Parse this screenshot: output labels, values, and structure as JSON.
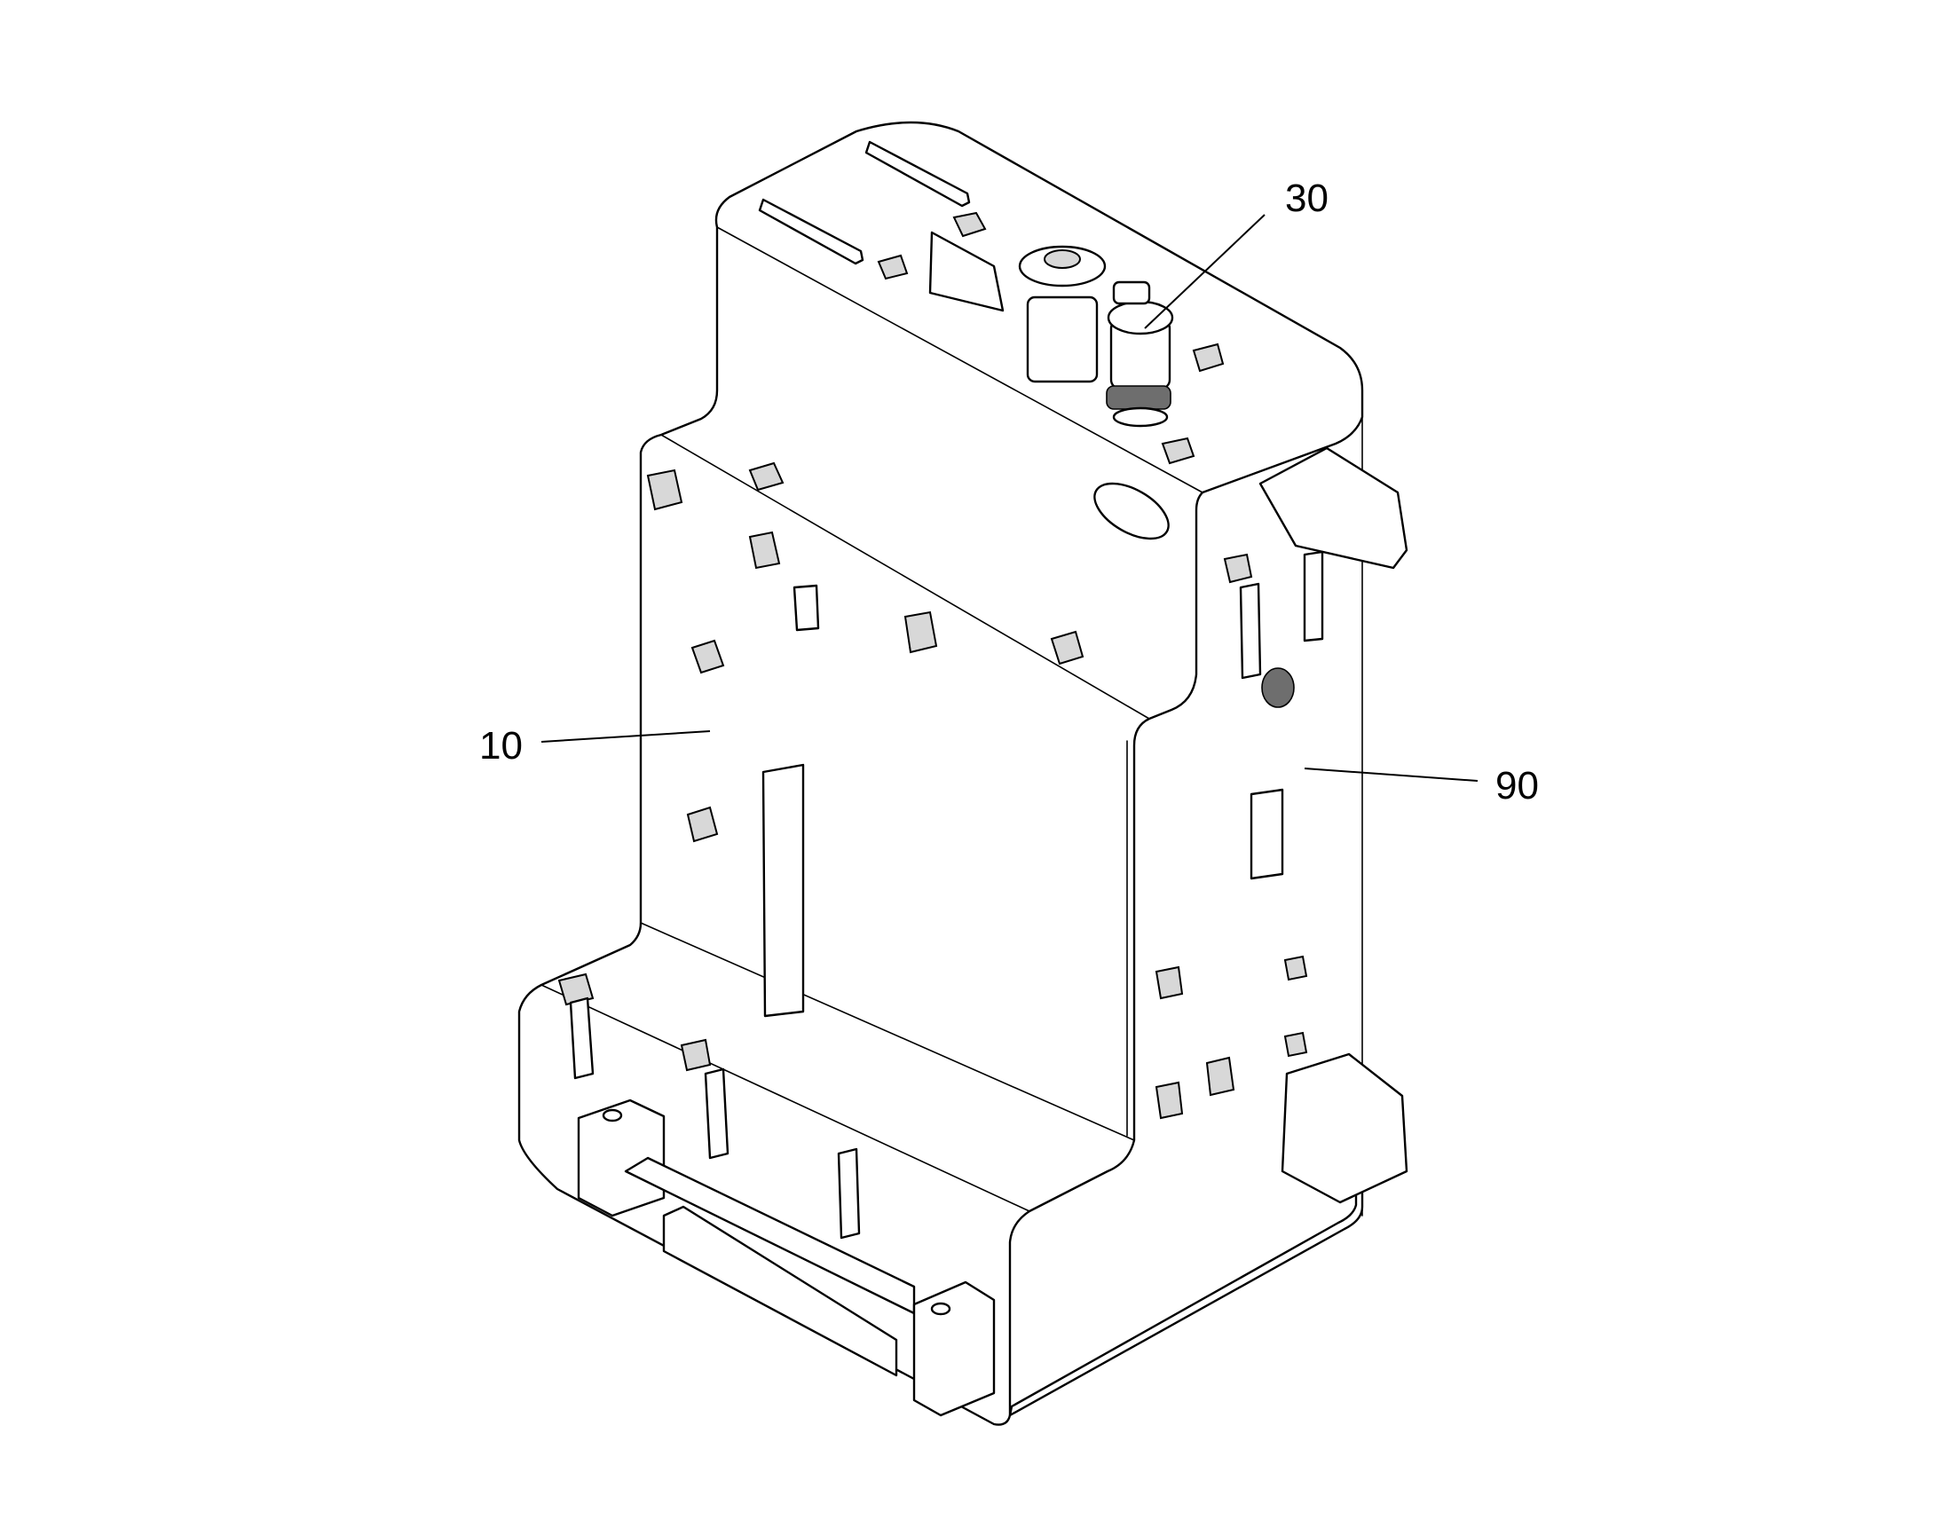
{
  "callouts": [
    {
      "id": "c10",
      "label": "10"
    },
    {
      "id": "c30",
      "label": "30"
    },
    {
      "id": "c90",
      "label": "90"
    }
  ],
  "colors": {
    "line": "#000000",
    "background": "#ffffff",
    "shade": "#d8d8d8"
  }
}
